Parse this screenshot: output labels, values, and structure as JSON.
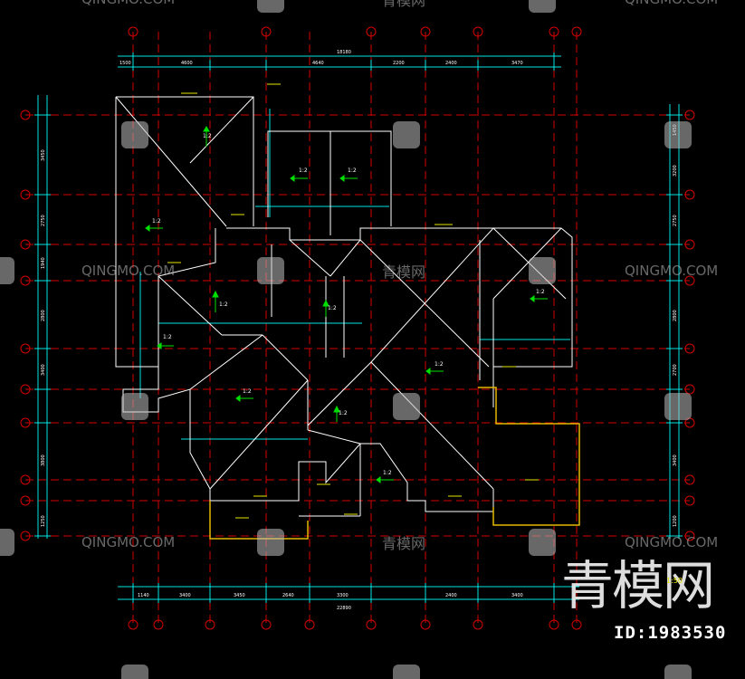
{
  "drawing": {
    "scale_label": "1:50",
    "slope_labels": [
      "1:2",
      "1:2",
      "1:2",
      "1:2",
      "1:2",
      "1:2",
      "1:2",
      "1:2",
      "1:2",
      "1:2",
      "1:2",
      "1:2"
    ],
    "top_total_dim": "18180",
    "bottom_total_dim": "22890",
    "top_dims": [
      "1500",
      "4600",
      "4640",
      "2200",
      "2400",
      "3470"
    ],
    "bottom_dims": [
      "1140",
      "3400",
      "3450",
      "2640",
      "3300",
      "2400",
      "3400"
    ],
    "left_dims": [
      "3450",
      "2750",
      "1940",
      "2800",
      "3400",
      "3800",
      "1250"
    ],
    "right_dims": [
      "1450",
      "3200",
      "2750",
      "2800",
      "2700",
      "3400",
      "1200"
    ]
  },
  "colors": {
    "background": "#000000",
    "roof_outline": "#ffffff",
    "axis_lines": "#d40000",
    "dimension_lines": "#00e5e5",
    "slope_arrows": "#00e000",
    "annotations": "#e6e600"
  },
  "watermark": {
    "site_text": "QINGMO.COM",
    "cn_text": "青模网",
    "brand": "青模网",
    "id_label": "ID:1983530"
  }
}
